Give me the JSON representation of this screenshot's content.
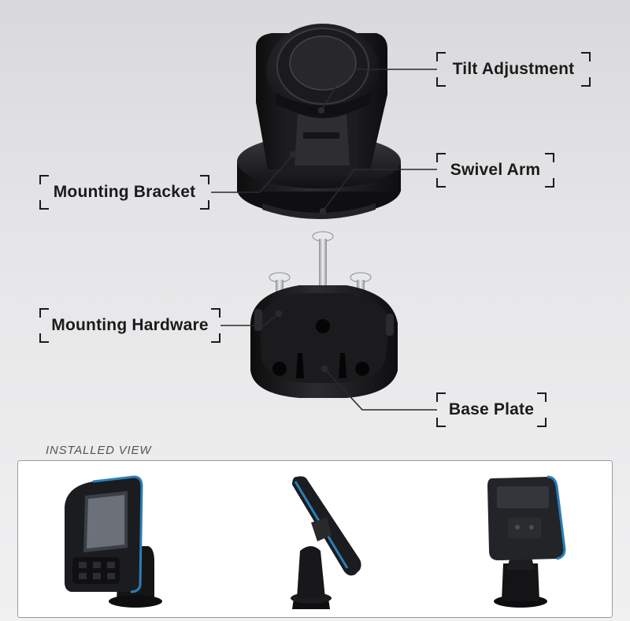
{
  "callouts": {
    "tilt_adjustment": "Tilt Adjustment",
    "swivel_arm": "Swivel Arm",
    "mounting_bracket": "Mounting Bracket",
    "mounting_hardware": "Mounting Hardware",
    "base_plate": "Base Plate"
  },
  "installed": {
    "label": "INSTALLED VIEW"
  },
  "colors": {
    "mount_black": "#1a1a1c",
    "accent_blue": "#2a7fb8",
    "screw_silver": "#c9cbce"
  }
}
